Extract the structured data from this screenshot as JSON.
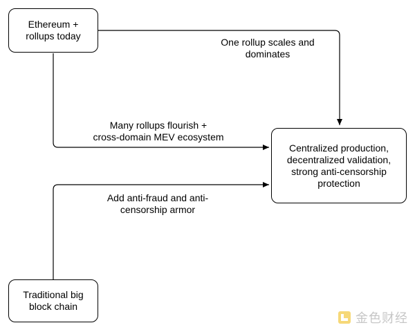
{
  "nodes": {
    "ethereum": "Ethereum +\nrollups today",
    "target": "Centralized production,\ndecentralized validation,\nstrong anti-censorship\nprotection",
    "bigblock": "Traditional big\nblock chain"
  },
  "edges": {
    "one_rollup": "One rollup scales and\ndominates",
    "many_rollups": "Many rollups flourish +\ncross-domain MEV ecosystem",
    "anti_fraud": "Add anti-fraud and anti-\ncensorship armor"
  },
  "watermark": {
    "text": "金色财经",
    "color": "#f0b90b"
  }
}
